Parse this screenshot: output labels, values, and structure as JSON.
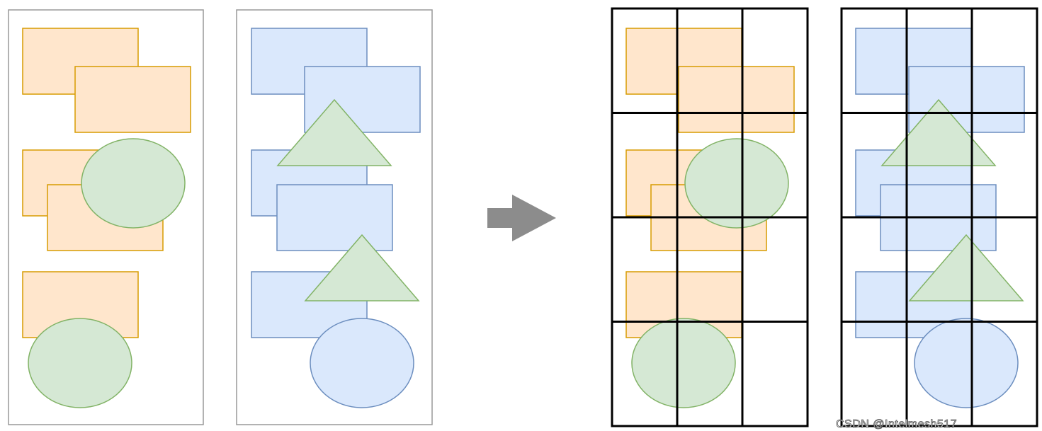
{
  "colors": {
    "orange_fill": "#ffe6cc",
    "orange_stroke": "#d79b00",
    "blue_fill": "#dae8fc",
    "blue_stroke": "#6c8ebf",
    "green_fill": "#d5e8d4",
    "green_stroke": "#82b366",
    "frame_stroke": "#999999",
    "grid_stroke": "#000000",
    "arrow_fill": "#8c8c8c"
  },
  "icons": {
    "arrow": "right-arrow-icon"
  },
  "grid": {
    "rows": 4,
    "cols": 3
  },
  "watermark": "CSDN @Intelmesh517"
}
